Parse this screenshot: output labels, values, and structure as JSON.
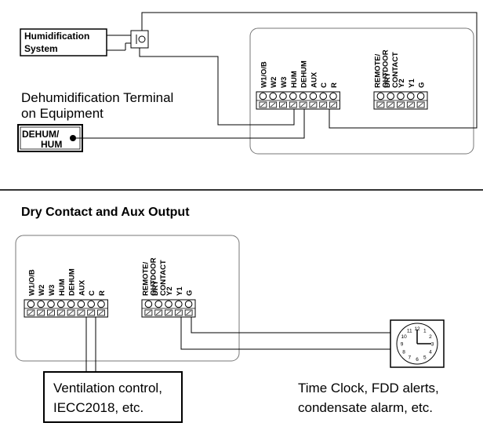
{
  "top": {
    "humidification_box": [
      "Humidification",
      "System"
    ],
    "dehumidification_caption": [
      "Dehumidification Terminal",
      "on Equipment"
    ],
    "dehum_box": [
      "DEHUM/",
      "HUM"
    ],
    "left_terminals": [
      "W1/O/B",
      "W2",
      "W3",
      "HUM",
      "DEHUM",
      "AUX",
      "C",
      "R"
    ],
    "right_terminals": [
      "REMOTE/\nOUTDOOR",
      "DRY\nCONTACT",
      "Y2",
      "Y1",
      "G"
    ]
  },
  "bottom": {
    "section_title": "Dry Contact and Aux Output",
    "left_terminals": [
      "W1/O/B",
      "W2",
      "W3",
      "HUM",
      "DEHUM",
      "AUX",
      "C",
      "R"
    ],
    "right_terminals": [
      "REMOTE/\nOUTDOOR",
      "DRY\nCONTACT",
      "Y2",
      "Y1",
      "G"
    ],
    "ventilation_box": [
      "Ventilation control,",
      "IECC2018, etc."
    ],
    "clock_caption": [
      "Time Clock, FDD alerts,",
      "condensate alarm, etc."
    ],
    "clock_numbers": [
      "12",
      "1",
      "2",
      "3",
      "4",
      "5",
      "6",
      "7",
      "8",
      "9",
      "10",
      "11"
    ]
  }
}
